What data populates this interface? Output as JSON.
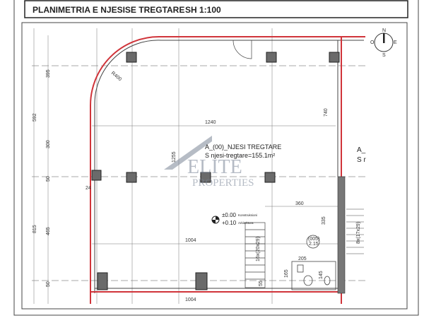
{
  "title": "PLANIMETRIA E NJESISE TREGTARE",
  "scale": "SH 1:100",
  "room": {
    "name": "A_(00)_NJESI TREGTARE",
    "area": "S njesi-tregtare=155.1m²",
    "neighbor_name": "A_",
    "neighbor_area": "S r"
  },
  "levels": {
    "structure": "±0.00",
    "structure_label": "Konstruksioni",
    "architecture": "+0.10",
    "architecture_label": "Arkitektura"
  },
  "dimensions": {
    "left_total": "592",
    "left_top": "395",
    "left_mid": "300",
    "left_small": "50",
    "left_lower": "465",
    "left_lower_total": "815",
    "left_bottom": "50",
    "wall_offset": "24",
    "radius": "R400",
    "width_top": "1240",
    "height_mid": "1255",
    "right_upper": "740",
    "inner_width": "1004",
    "bottom_width": "1004",
    "stair_width": "360",
    "stair_height": "335",
    "wc_width": "205",
    "wc_height": "165",
    "wc_inner": "145",
    "step_gap": "55"
  },
  "stairs": {
    "main": "16x(20x29)",
    "side": "8x(17x29)"
  },
  "level_tag": {
    "top": "(005)",
    "bottom": "2.15"
  },
  "compass": {
    "n": "N",
    "e": "E",
    "s": "S",
    "w": "O"
  },
  "watermark": {
    "line1": "ELITE",
    "line2": "PROPERTIES"
  },
  "colors": {
    "wall": "#d0343a",
    "column": "#666666",
    "line": "#333333"
  }
}
